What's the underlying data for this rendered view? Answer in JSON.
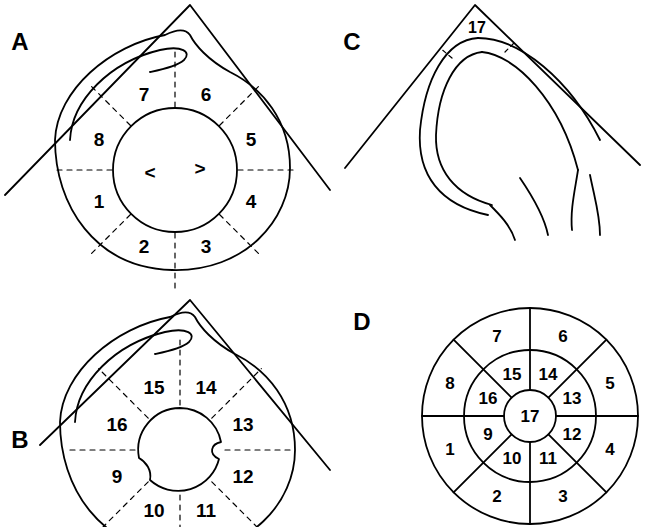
{
  "diagram": {
    "labels": [
      "A",
      "C",
      "B",
      "D",
      "7",
      "6",
      "8",
      "5",
      "<",
      ">",
      "1",
      "4",
      "2",
      "3",
      "15",
      "14",
      "16",
      "13",
      "9",
      "12",
      "10",
      "11",
      "17",
      "7",
      "6",
      "8",
      "5",
      "15",
      "14",
      "16",
      "13",
      "17",
      "9",
      "12",
      "1",
      "4",
      "10",
      "11",
      "2",
      "3"
    ]
  }
}
